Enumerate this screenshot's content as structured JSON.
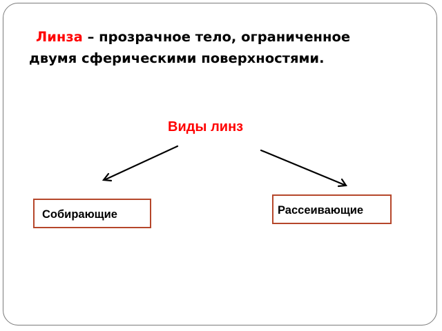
{
  "slide": {
    "definition": {
      "term": "Линза",
      "dash": " – ",
      "line1_rest": "прозрачное тело, ограниченное",
      "line2": "двумя сферическими поверхностями."
    },
    "subtitle": "Виды линз",
    "types": [
      {
        "label": "Собирающие"
      },
      {
        "label": "Рассеивающие"
      }
    ]
  },
  "colors": {
    "term": "#ff0000",
    "subtitle": "#ff0000",
    "box_border": "#b5462a",
    "text": "#000000",
    "frame": "#7a7a7a"
  }
}
